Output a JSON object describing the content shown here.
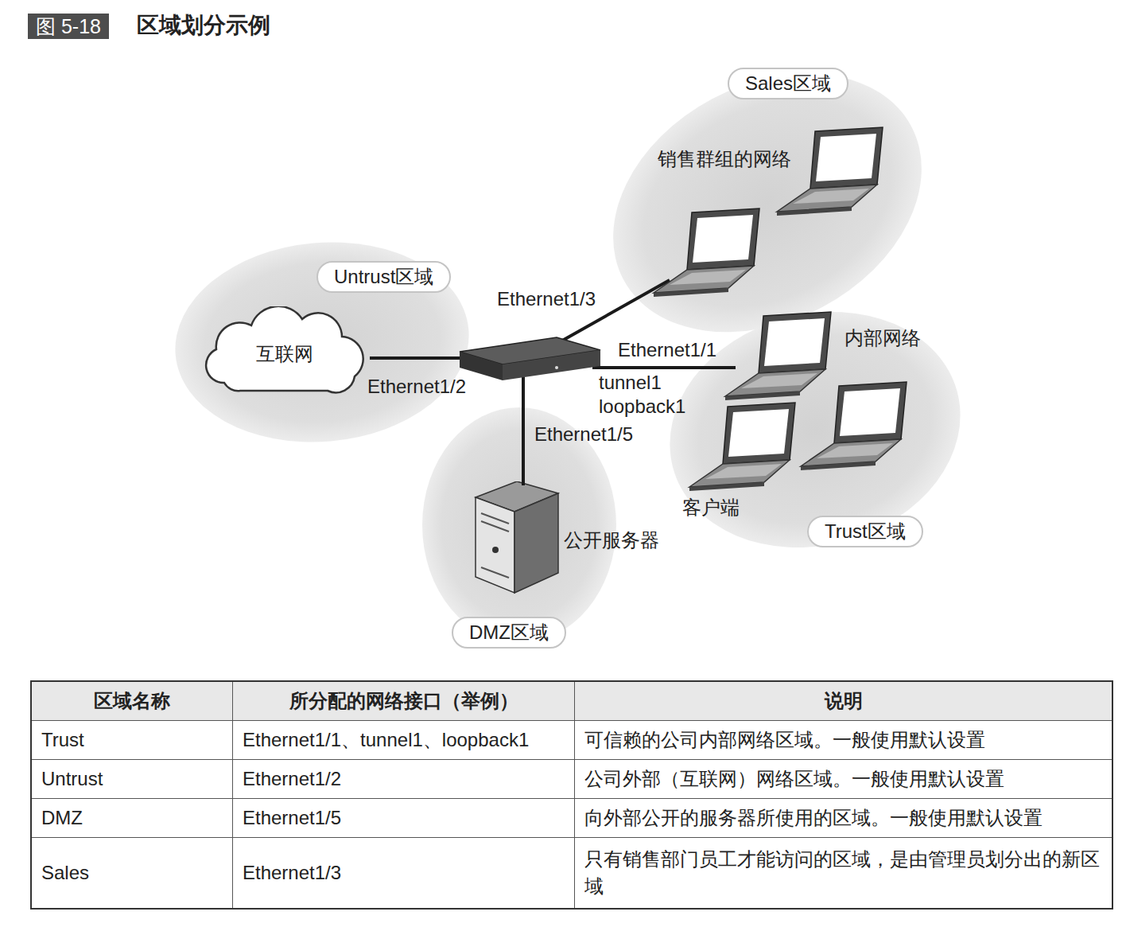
{
  "diagram": {
    "title": "区域划分示例",
    "nodes": [
      {
        "text": [
          "Sales区域"
        ]
      },
      {
        "text": [
          "Untrust区域"
        ]
      },
      {
        "text": [
          "互联网"
        ],
        "in": 1
      },
      {
        "text": [
          "Trust区域"
        ]
      },
      {
        "text": [
          "DMZ区域"
        ]
      },
      {
        "text": [
          "公开服务器"
        ],
        "in": 4
      }
    ],
    "labels": [
      "图 5-18",
      "销售群组的网络",
      "Ethernet1/3",
      "Ethernet1/1",
      "内部网络",
      "tunnel1",
      "loopback1",
      "Ethernet1/2",
      "Ethernet1/5",
      "客户端",
      "区域名称",
      "所分配的网络接口（举例）",
      "说明",
      "Trust",
      "Ethernet1/1、tunnel1、loopback1",
      "可信赖的公司内部网络区域。一般使用默认设置",
      "Untrust",
      "Ethernet1/2",
      "公司外部（互联网）网络区域。一般使用默认设置",
      "DMZ",
      "Ethernet1/5",
      "向外部公开的服务器所使用的区域。一般使用默认设置",
      "Sales",
      "Ethernet1/3",
      "只有销售部门员工才能访问的区域，是由管理员划分出的新区域"
    ]
  }
}
